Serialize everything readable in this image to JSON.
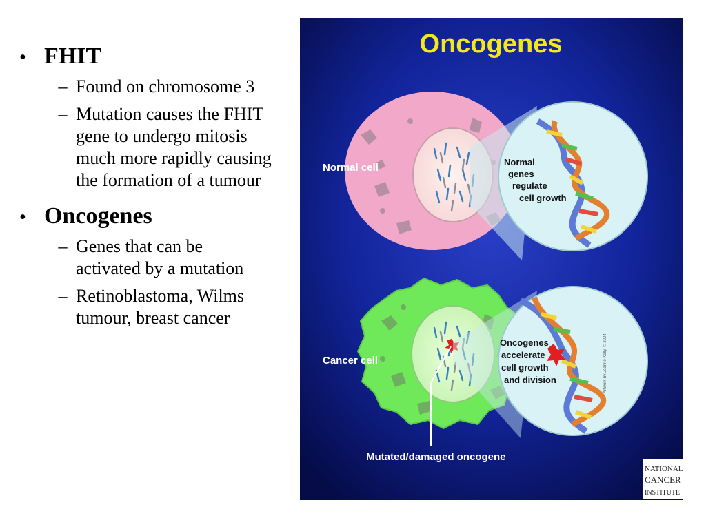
{
  "slide": {
    "bullets": [
      {
        "heading": "FHIT",
        "subs": [
          "Found on chromosome 3",
          "Mutation causes the FHIT gene to undergo mitosis much more rapidly causing the formation of a tumour"
        ]
      },
      {
        "heading": "Oncogenes",
        "subs": [
          "Genes that can be activated by a mutation",
          "Retinoblastoma, Wilms tumour, breast cancer"
        ]
      }
    ],
    "bullet_glyph": "•",
    "sub_glyph": "–"
  },
  "figure": {
    "title": "Oncogenes",
    "normal_label": "Normal cell",
    "normal_callout": [
      "Normal",
      "genes",
      "regulate",
      "cell growth"
    ],
    "cancer_label": "Cancer cell",
    "cancer_callout": [
      "Oncogenes",
      "accelerate",
      "cell growth",
      "and division"
    ],
    "mutation_label": "Mutated/damaged oncogene",
    "credit": "Artwork by Jeanne Kelly. © 2004.",
    "logo": [
      "NATIONAL",
      "CANCER",
      "INSTITUTE"
    ],
    "colors": {
      "background": "#0a1a7a",
      "title": "#f4e81a",
      "normal_cell": "#f2a9c9",
      "cancer_cell": "#6fe85a",
      "callout": "#d8f2f5"
    }
  }
}
